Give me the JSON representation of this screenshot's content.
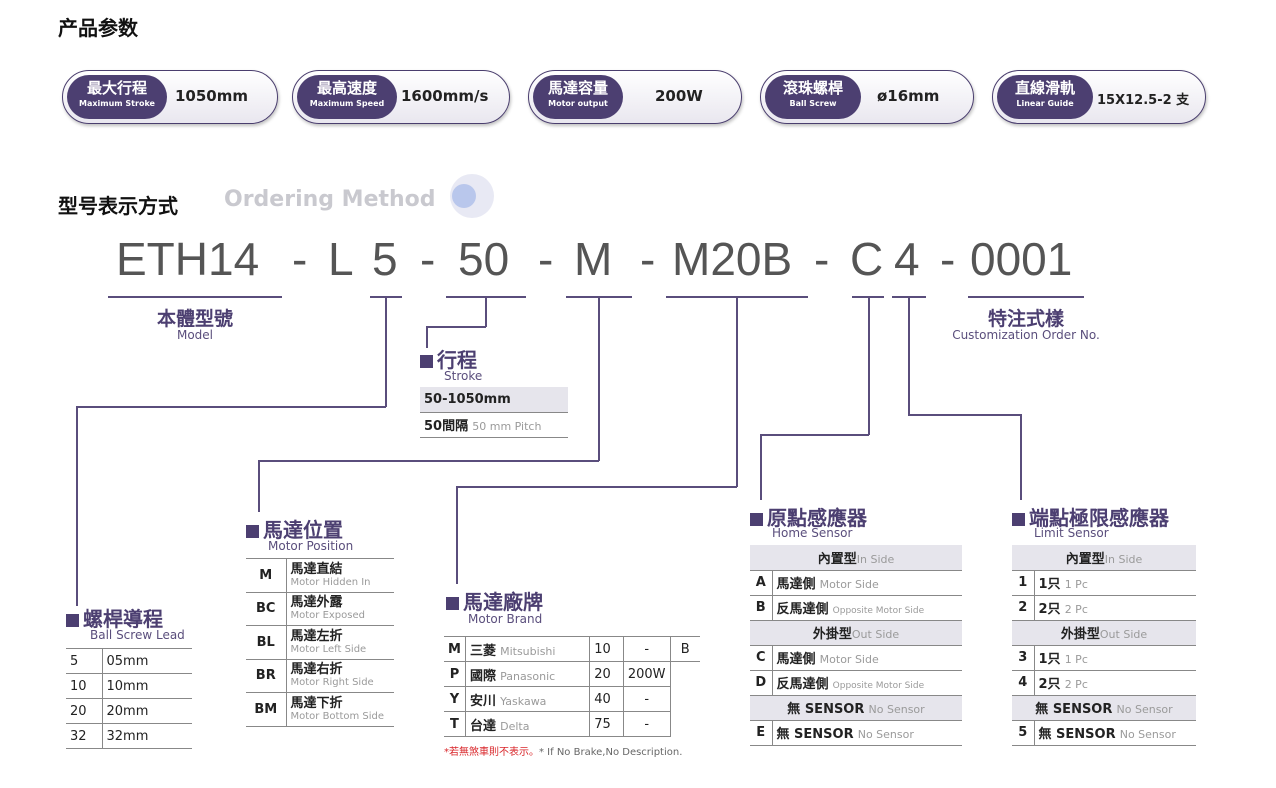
{
  "section_params": "产品参数",
  "params": [
    {
      "cn": "最大行程",
      "en": "Maximum Stroke",
      "value": "1050mm"
    },
    {
      "cn": "最高速度",
      "en": "Maximum Speed",
      "value": "1600mm/s"
    },
    {
      "cn": "馬達容量",
      "en": "Motor output",
      "value": "200W"
    },
    {
      "cn": "滾珠螺桿",
      "en": "Ball Screw",
      "value": "ø16mm"
    },
    {
      "cn": "直線滑軌",
      "en": "Linear Guide",
      "value": "15X12.5-2 支"
    }
  ],
  "section_ordering": "型号表示方式",
  "section_ordering_en": "Ordering Method",
  "code": {
    "s1": "ETH14",
    "d1": "-",
    "s2": "L",
    "s3": "5",
    "d2": "-",
    "s4": "50",
    "d3": "-",
    "s5": "M",
    "d4": "-",
    "s6": "M20B",
    "d5": "-",
    "s7": "C",
    "s8": "4",
    "d6": "-",
    "s9": "0001"
  },
  "model": {
    "cn": "本體型號",
    "en": "Model"
  },
  "custom": {
    "cn": "特注式樣",
    "en": "Customization Order No."
  },
  "stroke": {
    "cn": "行程",
    "en": "Stroke",
    "row1": "50-1050mm",
    "row2_cn": "50間隔",
    "row2_en": "50 mm Pitch"
  },
  "motor_position": {
    "cn": "馬達位置",
    "en": "Motor Position",
    "rows": [
      {
        "code": "M",
        "cn": "馬達直結",
        "en": "Motor Hidden In"
      },
      {
        "code": "BC",
        "cn": "馬達外露",
        "en": "Motor Exposed"
      },
      {
        "code": "BL",
        "cn": "馬達左折",
        "en": "Motor Left Side"
      },
      {
        "code": "BR",
        "cn": "馬達右折",
        "en": "Motor Right Side"
      },
      {
        "code": "BM",
        "cn": "馬達下折",
        "en": "Motor Bottom Side"
      }
    ]
  },
  "lead": {
    "cn": "螺桿導程",
    "en": "Ball Screw Lead",
    "rows": [
      {
        "code": "5",
        "value": "05mm"
      },
      {
        "code": "10",
        "value": "10mm"
      },
      {
        "code": "20",
        "value": "20mm"
      },
      {
        "code": "32",
        "value": "32mm"
      }
    ]
  },
  "brand": {
    "cn": "馬達廠牌",
    "en": "Motor Brand",
    "rows": [
      {
        "code": "M",
        "cn": "三菱",
        "en": "Mitsubishi",
        "num": "10",
        "watt": "-",
        "brake": "B"
      },
      {
        "code": "P",
        "cn": "國際",
        "en": "Panasonic",
        "num": "20",
        "watt": "200W",
        "brake": ""
      },
      {
        "code": "Y",
        "cn": "安川",
        "en": "Yaskawa",
        "num": "40",
        "watt": "-",
        "brake": ""
      },
      {
        "code": "T",
        "cn": "台達",
        "en": "Delta",
        "num": "75",
        "watt": "-",
        "brake": ""
      }
    ],
    "note_red": "*若無煞車則不表示。",
    "note_en": "* If No Brake,No Description."
  },
  "home": {
    "cn": "原點感應器",
    "en": "Home Sensor",
    "inside_cn": "內置型",
    "inside_en": "In Side",
    "outside_cn": "外掛型",
    "outside_en": "Out Side",
    "none_cn": "無 SENSOR",
    "none_en": "No Sensor",
    "rows_in": [
      {
        "code": "A",
        "cn": "馬達側",
        "en": "Motor Side"
      },
      {
        "code": "B",
        "cn": "反馬達側",
        "en": "Opposite Motor Side"
      }
    ],
    "rows_out": [
      {
        "code": "C",
        "cn": "馬達側",
        "en": "Motor Side"
      },
      {
        "code": "D",
        "cn": "反馬達側",
        "en": "Opposite Motor Side"
      }
    ],
    "row_none": {
      "code": "E",
      "cn": "無 SENSOR",
      "en": "No Sensor"
    }
  },
  "limit": {
    "cn": "端點極限感應器",
    "en": "Limit Sensor",
    "inside_cn": "內置型",
    "inside_en": "In Side",
    "outside_cn": "外掛型",
    "outside_en": "Out Side",
    "none_cn": "無 SENSOR",
    "none_en": "No Sensor",
    "rows_in": [
      {
        "code": "1",
        "cn": "1只",
        "en": "1 Pc"
      },
      {
        "code": "2",
        "cn": "2只",
        "en": "2 Pc"
      }
    ],
    "rows_out": [
      {
        "code": "3",
        "cn": "1只",
        "en": "1 Pc"
      },
      {
        "code": "4",
        "cn": "2只",
        "en": "2 Pc"
      }
    ],
    "row_none": {
      "code": "5",
      "cn": "無 SENSOR",
      "en": "No Sensor"
    }
  }
}
